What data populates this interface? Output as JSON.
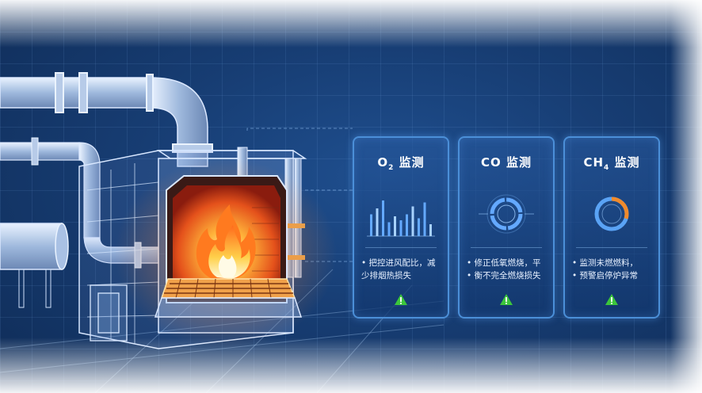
{
  "cards": [
    {
      "id": "o2",
      "title_main": "O",
      "title_sub": "2",
      "title_suffix": " 监测",
      "lines": [
        "• 把控进风配比，减",
        "  少排烟热损失"
      ],
      "chart": "bars",
      "bars": [
        0.55,
        0.7,
        0.9,
        0.35,
        0.5,
        0.4,
        0.55,
        0.75,
        0.45,
        0.85,
        0.3
      ]
    },
    {
      "id": "co",
      "title_main": "CO",
      "title_sub": "",
      "title_suffix": " 监测",
      "lines": [
        "• 修正低氧燃烧，平",
        "• 衡不完全燃烧损失"
      ],
      "chart": "ring"
    },
    {
      "id": "ch4",
      "title_main": "CH",
      "title_sub": "4",
      "title_suffix": " 监测",
      "lines": [
        "• 监测未燃燃料，",
        "• 预警启停炉异常"
      ],
      "chart": "gauge",
      "gauge_fraction": 0.3
    }
  ],
  "colors": {
    "card_border": "#4b8fd8",
    "accent": "#64a9ff",
    "warning": "#3cc63c",
    "gauge_accent": "#f08a2c"
  },
  "icons": {
    "warning": "warning-triangle-icon",
    "furnace": "flame-icon"
  }
}
